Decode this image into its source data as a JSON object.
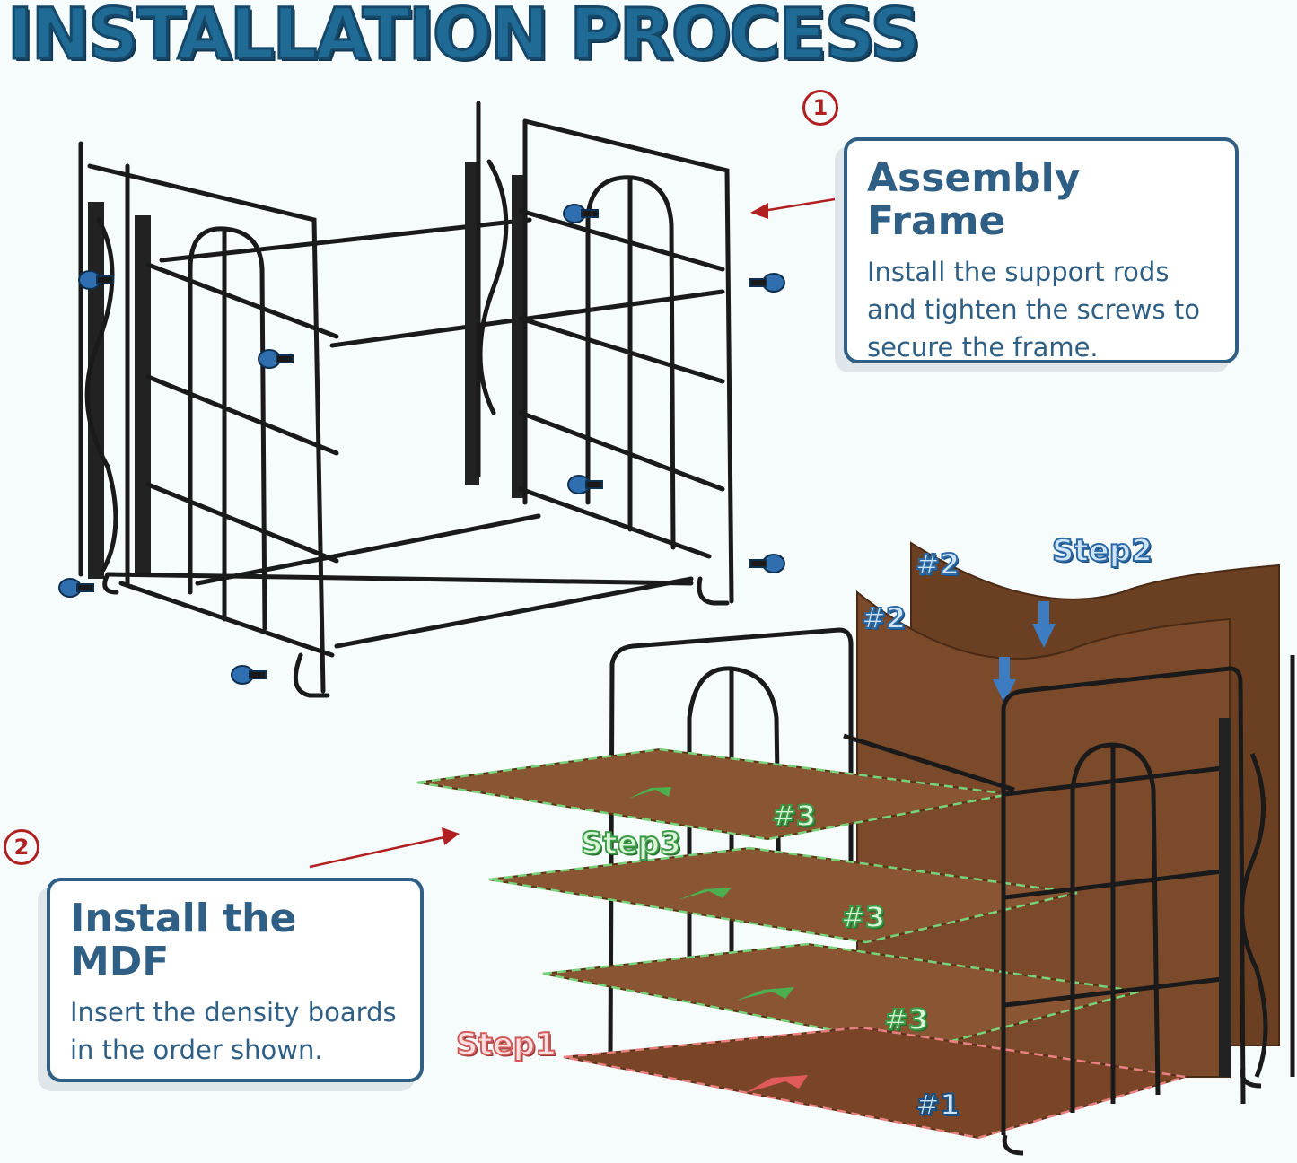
{
  "title": "INSTALLATION PROCESS",
  "steps": [
    {
      "number": "1",
      "heading": "Assembly Frame",
      "text": "Install the support rods and tighten the screws to secure the frame."
    },
    {
      "number": "2",
      "heading": "Install the MDF",
      "text": "Insert the density boards in the order shown."
    }
  ],
  "labels": {
    "step1": "Step1",
    "step2": "Step2",
    "step3": "Step3",
    "board_1": "#1",
    "board_2a": "#2",
    "board_2b": "#2",
    "board_3a": "#3",
    "board_3b": "#3",
    "board_3c": "#3"
  },
  "colors": {
    "title": "#1f6b96",
    "card_border": "#2f5f84",
    "step_circle": "#b02020",
    "wood": "#7a4a2a",
    "frame": "#1a1a1a",
    "screw": "#2f6fb0",
    "step1": "#cf5c5c",
    "step2": "#2b69a5",
    "step3": "#3b9a45"
  }
}
